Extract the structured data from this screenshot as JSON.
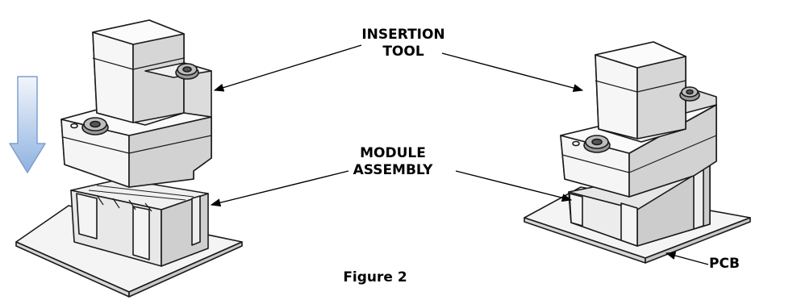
{
  "labels": {
    "insertion_tool": [
      "INSERTION",
      "TOOL"
    ],
    "module_assembly": [
      "MODULE",
      "ASSEMBLY"
    ],
    "figure": "Figure 2",
    "pcb": "PCB"
  },
  "colors": {
    "outline": "#1a1a1a",
    "face_light": "#f7f7f7",
    "face_mid": "#e4e4e4",
    "face_dark": "#c8c8c8",
    "arrow_fill_top": "#f2f6fc",
    "arrow_fill_bottom": "#8fb2e0"
  }
}
